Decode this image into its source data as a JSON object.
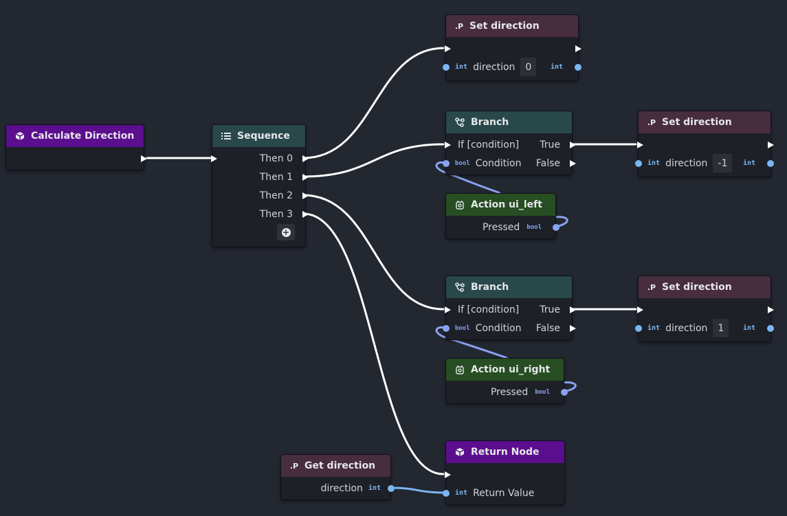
{
  "colors": {
    "background": "#232730",
    "function_header": "#5b0e8e",
    "flow_header": "#284849",
    "property_header": "#472d3e",
    "action_header": "#274e23",
    "exec_wire": "#ffffff",
    "int_port": "#7cb6f2",
    "bool_port": "#8aa2f0"
  },
  "icons": {
    "function": "cube-icon",
    "sequence": "list-icon",
    "property": "property-p-icon",
    "branch": "branch-icon",
    "action": "gamepad-icon",
    "add": "plus-circle-icon"
  },
  "nodes": {
    "calculate_direction": {
      "title": "Calculate Direction"
    },
    "sequence": {
      "title": "Sequence",
      "outputs": [
        "Then 0",
        "Then 1",
        "Then 2",
        "Then 3"
      ]
    },
    "set_direction_0": {
      "title": "Set direction",
      "prefix": ".P",
      "type": "int",
      "param": "direction",
      "value": "0",
      "out_type": "int"
    },
    "branch_left": {
      "title": "Branch",
      "if_label": "If [condition]",
      "true_label": "True",
      "condition_type": "bool",
      "condition_label": "Condition",
      "false_label": "False"
    },
    "set_direction_neg1": {
      "title": "Set direction",
      "prefix": ".P",
      "type": "int",
      "param": "direction",
      "value": "-1",
      "out_type": "int"
    },
    "action_left": {
      "title": "Action ui_left",
      "out_label": "Pressed",
      "out_type": "bool"
    },
    "branch_right": {
      "title": "Branch",
      "if_label": "If [condition]",
      "true_label": "True",
      "condition_type": "bool",
      "condition_label": "Condition",
      "false_label": "False"
    },
    "set_direction_1": {
      "title": "Set direction",
      "prefix": ".P",
      "type": "int",
      "param": "direction",
      "value": "1",
      "out_type": "int"
    },
    "action_right": {
      "title": "Action ui_right",
      "out_label": "Pressed",
      "out_type": "bool"
    },
    "return_node": {
      "title": "Return Node",
      "type": "int",
      "param": "Return Value"
    },
    "get_direction": {
      "title": "Get direction",
      "prefix": ".P",
      "out_label": "direction",
      "out_type": "int"
    }
  }
}
